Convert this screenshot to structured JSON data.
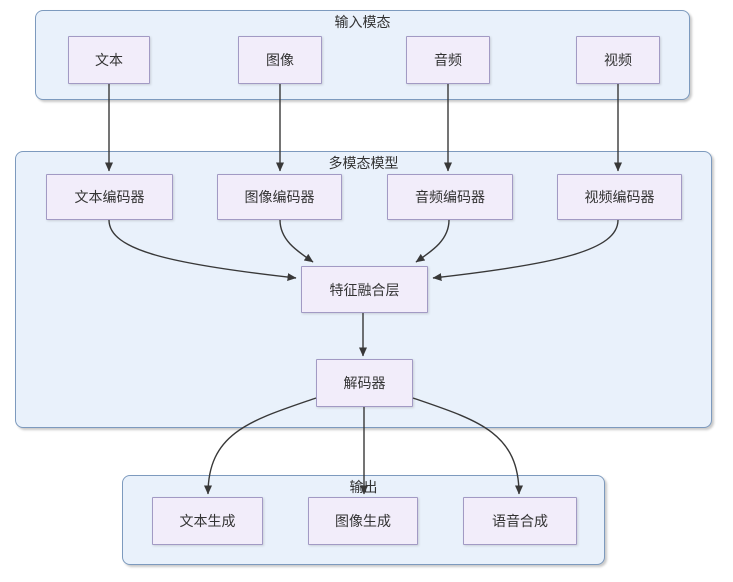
{
  "diagram": {
    "groups": {
      "input": {
        "title": "输入模态"
      },
      "model": {
        "title": "多模态模型"
      },
      "output": {
        "title": "输出"
      }
    },
    "nodes": {
      "text": "文本",
      "image": "图像",
      "audio": "音频",
      "video": "视频",
      "text_encoder": "文本编码器",
      "image_encoder": "图像编码器",
      "audio_encoder": "音频编码器",
      "video_encoder": "视频编码器",
      "feature_fusion": "特征融合层",
      "decoder": "解码器",
      "text_generation": "文本生成",
      "image_generation": "图像生成",
      "speech_synthesis": "语音合成"
    },
    "edges": [
      {
        "from": "文本",
        "to": "文本编码器"
      },
      {
        "from": "图像",
        "to": "图像编码器"
      },
      {
        "from": "音频",
        "to": "音频编码器"
      },
      {
        "from": "视频",
        "to": "视频编码器"
      },
      {
        "from": "文本编码器",
        "to": "特征融合层"
      },
      {
        "from": "图像编码器",
        "to": "特征融合层"
      },
      {
        "from": "音频编码器",
        "to": "特征融合层"
      },
      {
        "from": "视频编码器",
        "to": "特征融合层"
      },
      {
        "from": "特征融合层",
        "to": "解码器"
      },
      {
        "from": "解码器",
        "to": "文本生成"
      },
      {
        "from": "解码器",
        "to": "图像生成"
      },
      {
        "from": "解码器",
        "to": "语音合成"
      }
    ],
    "colors": {
      "group_fill": "#e9f1fb",
      "group_border": "#7d9abe",
      "node_fill": "#f2edfa",
      "node_border": "#a29ac4",
      "arrow": "#383838",
      "text": "#333333",
      "bg": "#ffffff"
    }
  }
}
